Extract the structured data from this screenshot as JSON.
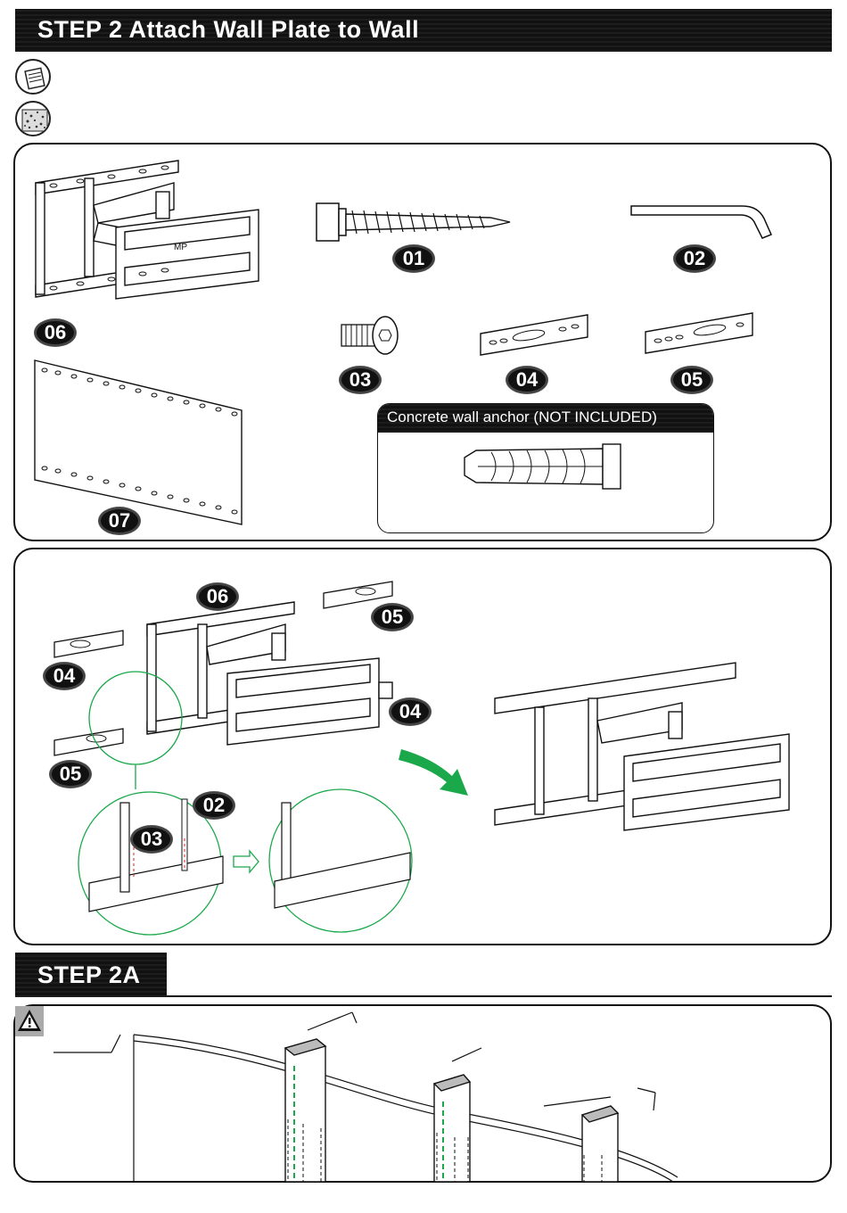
{
  "header": {
    "title": "STEP 2 Attach Wall Plate to Wall"
  },
  "tools": [
    {
      "icon": "pencil-paper-icon"
    },
    {
      "icon": "concrete-wall-icon"
    }
  ],
  "parts": {
    "p01": "01",
    "p02": "02",
    "p03": "03",
    "p04": "04",
    "p05": "05",
    "p06": "06",
    "p07": "07"
  },
  "anchor_box": {
    "title": "Concrete wall anchor (NOT INCLUDED)"
  },
  "assembly": {
    "l06": "06",
    "l05a": "05",
    "l04a": "04",
    "l04b": "04",
    "l05b": "05",
    "l02": "02",
    "l03": "03"
  },
  "step2a": {
    "title": "STEP 2A",
    "warning_icon": "warning-triangle-icon"
  },
  "colors": {
    "accent_green": "#1aa84a",
    "ink": "#111111"
  }
}
